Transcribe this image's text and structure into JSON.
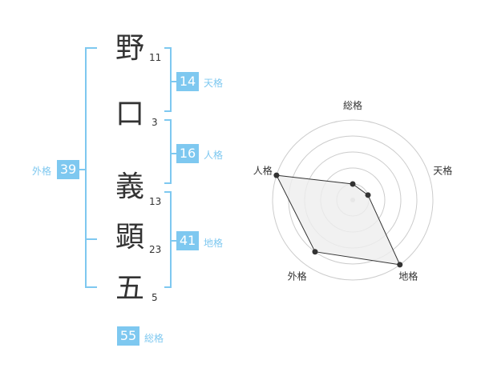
{
  "name": {
    "chars": [
      {
        "char": "野",
        "strokes": "11"
      },
      {
        "char": "口",
        "strokes": "3"
      },
      {
        "char": "義",
        "strokes": "13"
      },
      {
        "char": "顕",
        "strokes": "23"
      },
      {
        "char": "五",
        "strokes": "5"
      }
    ]
  },
  "grades": {
    "tenkaku": {
      "label": "天格",
      "value": "14"
    },
    "jinkaku": {
      "label": "人格",
      "value": "16"
    },
    "chikaku": {
      "label": "地格",
      "value": "41"
    },
    "gaikaku": {
      "label": "外格",
      "value": "39"
    },
    "soukaku": {
      "label": "総格",
      "value": "55"
    }
  },
  "colors": {
    "accent": "#7ec8f0",
    "text": "#333333",
    "ring": "#cccccc",
    "fill": "#eeeeee"
  },
  "chart_data": {
    "type": "radar",
    "axes": [
      "総格",
      "天格",
      "地格",
      "外格",
      "人格"
    ],
    "max": 5,
    "values": [
      1,
      1,
      5,
      4,
      5
    ]
  }
}
